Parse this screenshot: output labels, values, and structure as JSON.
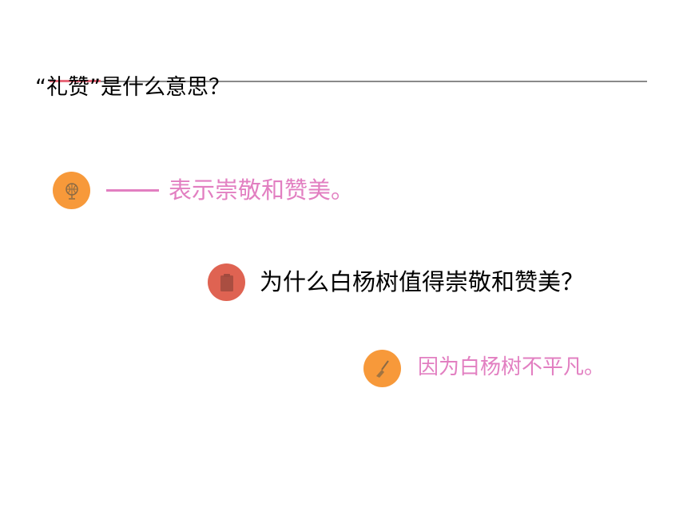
{
  "slide": {
    "title": "“礼赞”是什么意思？",
    "items": [
      {
        "icon": "globe-icon",
        "text": "表示崇敬和赞美。",
        "color": "#e27fc1",
        "icon_color": "#f7993a"
      },
      {
        "icon": "clipboard-icon",
        "text": "为什么白杨树值得崇敬和赞美？",
        "color": "#000000",
        "icon_color": "#df6352"
      },
      {
        "icon": "broom-icon",
        "text": "因为白杨树不平凡。",
        "color": "#e27fc1",
        "icon_color": "#f7993a"
      }
    ]
  },
  "colors": {
    "rule": "#8a8a8a",
    "rule_accent": "#e8697a"
  }
}
